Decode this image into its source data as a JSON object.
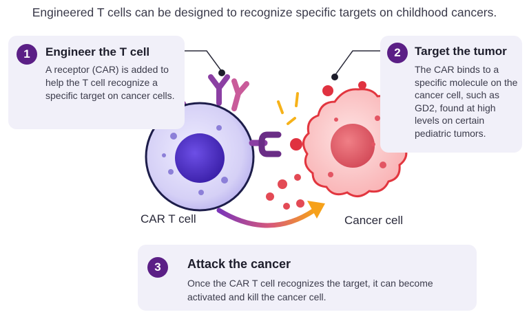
{
  "title": "Engineered T cells can be designed to recognize specific targets on childhood cancers.",
  "steps": [
    {
      "number": "1",
      "title": "Engineer the T cell",
      "body": "A receptor (CAR) is added to help the T cell recognize a specific target on cancer cells."
    },
    {
      "number": "2",
      "title": "Target the tumor",
      "body": "The CAR binds to a specific molecule on the cancer cell, such as GD2, found at high levels on certain pediatric tumors."
    },
    {
      "number": "3",
      "title": "Attack the cancer",
      "body": "Once the CAR T cell recognizes the target, it can become activated and kill the cancer cell."
    }
  ],
  "labels": {
    "car_t_cell": "CAR T cell",
    "cancer_cell": "Cancer cell"
  },
  "colors": {
    "badge": "#5b1f86",
    "card_bg": "#f1f0f9",
    "t_cell_outer": "#d9d5f7",
    "t_cell_nucleus": "#4b2cc4",
    "cancer_cell": "#fbc8c8",
    "cancer_nucleus": "#e3636f",
    "receptor": "#8b3fa3",
    "arrow_start": "#7b35b8",
    "arrow_end": "#f6a11a"
  }
}
